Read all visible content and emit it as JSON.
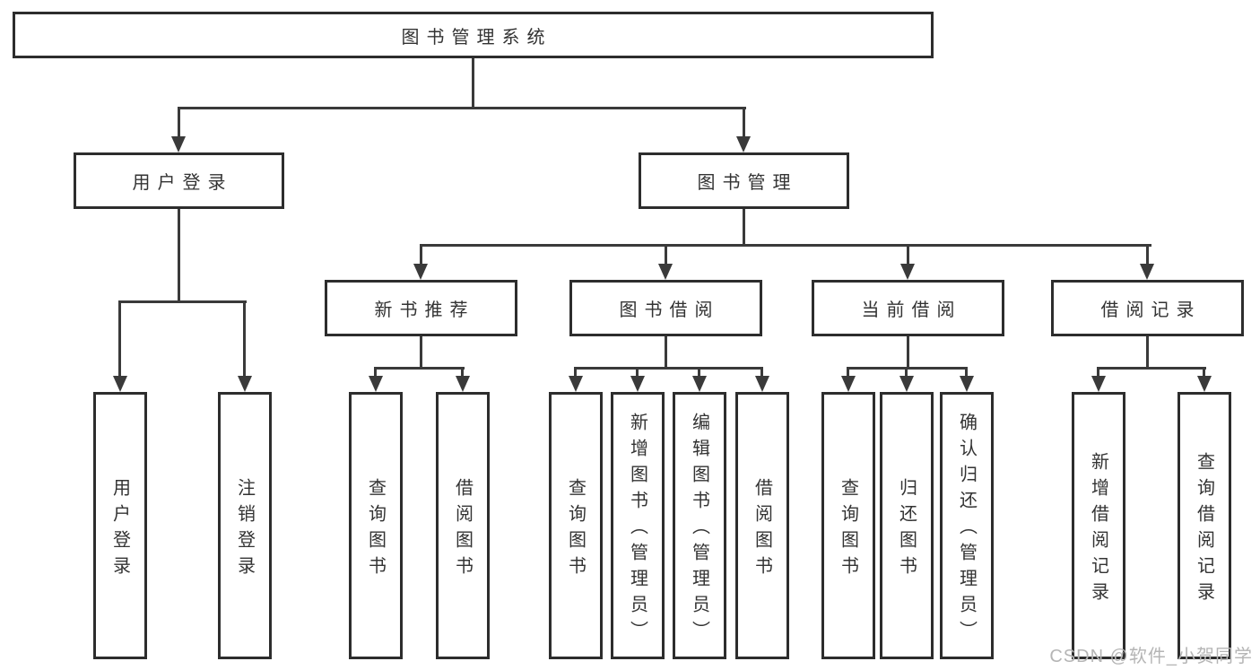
{
  "diagram": {
    "root": {
      "label": "图书管理系统"
    },
    "branches": {
      "user": {
        "label": "用户登录",
        "children": [
          {
            "label": "用户登录"
          },
          {
            "label": "注销登录"
          }
        ]
      },
      "book": {
        "label": "图书管理",
        "children": [
          {
            "label": "新书推荐",
            "children": [
              {
                "label": "查询图书"
              },
              {
                "label": "借阅图书"
              }
            ]
          },
          {
            "label": "图书借阅",
            "children": [
              {
                "label": "查询图书"
              },
              {
                "label": "新增图书（管理员）"
              },
              {
                "label": "编辑图书（管理员）"
              },
              {
                "label": "借阅图书"
              }
            ]
          },
          {
            "label": "当前借阅",
            "children": [
              {
                "label": "查询图书"
              },
              {
                "label": "归还图书"
              },
              {
                "label": "确认归还（管理员）"
              }
            ]
          },
          {
            "label": "借阅记录",
            "children": [
              {
                "label": "新增借阅记录"
              },
              {
                "label": "查询借阅记录"
              }
            ]
          }
        ]
      }
    }
  },
  "watermark": {
    "text": "CSDN @软件_小贺同学"
  },
  "colors": {
    "line": "#3a3a3a",
    "border": "#2d2d2d",
    "text": "#333333",
    "watermark": "#b5b5b5",
    "background": "#ffffff"
  }
}
